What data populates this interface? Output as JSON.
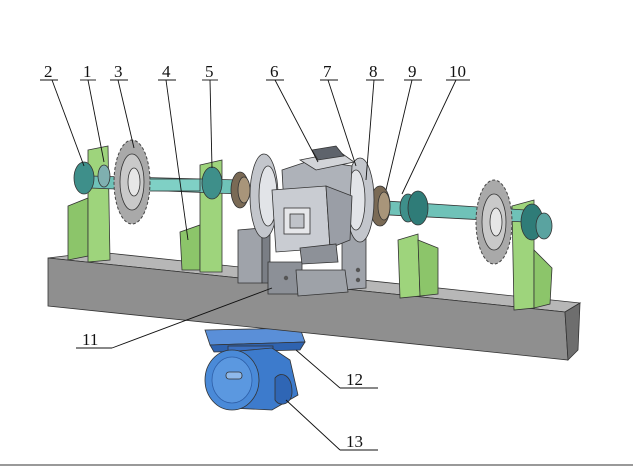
{
  "figure": {
    "callouts": [
      {
        "id": "1",
        "label": "1"
      },
      {
        "id": "2",
        "label": "2"
      },
      {
        "id": "3",
        "label": "3"
      },
      {
        "id": "4",
        "label": "4"
      },
      {
        "id": "5",
        "label": "5"
      },
      {
        "id": "6",
        "label": "6"
      },
      {
        "id": "7",
        "label": "7"
      },
      {
        "id": "8",
        "label": "8"
      },
      {
        "id": "9",
        "label": "9"
      },
      {
        "id": "10",
        "label": "10"
      },
      {
        "id": "11",
        "label": "11"
      },
      {
        "id": "12",
        "label": "12"
      },
      {
        "id": "13",
        "label": "13"
      }
    ],
    "colors": {
      "beam": "#8f8f8f",
      "bracket": "#8cc56a",
      "shaft": "#6fc2b8",
      "gearbox": "#b9bcc4",
      "motor": "#3f7fd0",
      "sprocket": "#b0b0b0"
    }
  }
}
